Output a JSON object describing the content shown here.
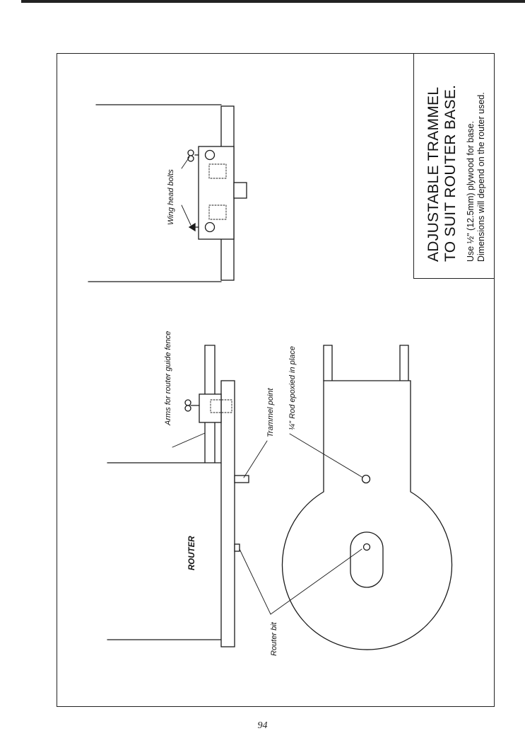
{
  "title_block": {
    "title_line1": "ADJUSTABLE TRAMMEL",
    "title_line2": "TO SUIT ROUTER BASE.",
    "note_line1": "Use ½\" (12.5mm) plywood for base.",
    "note_line2": "Dimensions will depend on the router used."
  },
  "labels": {
    "wing_head_bolts": "Wing head bolts",
    "arms_for_router_guide_fence": "Arms for router guide fence",
    "trammel_point": "Trammel point",
    "rod_epoxied": "¼\" Rod epoxied in place",
    "router": "ROUTER",
    "router_bit": "Router bit"
  },
  "page_number": "94"
}
